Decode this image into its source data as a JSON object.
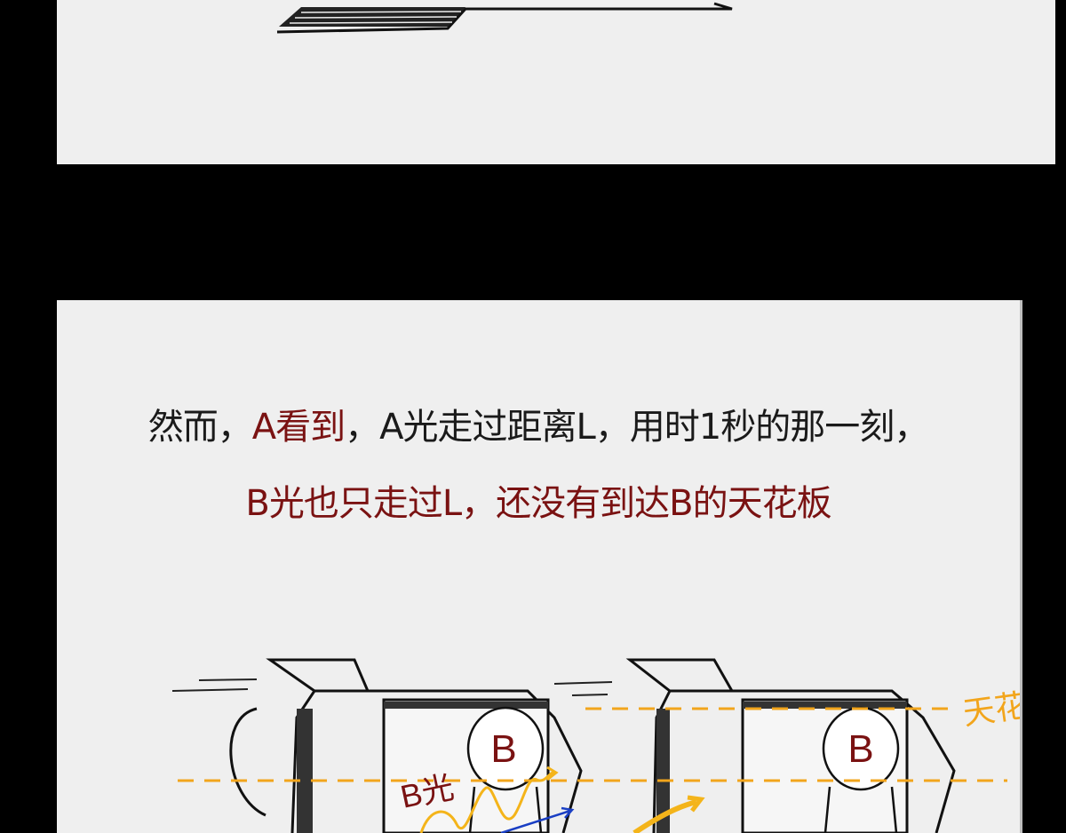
{
  "caption": {
    "line1": {
      "part1": "然而，",
      "part2": "A看到",
      "part3": "，A光走过距离L，用时1秒的那一刻，"
    },
    "line2": "B光也只走过L，还没有到达B的天花板"
  },
  "drawing": {
    "label_b_left": "B",
    "label_b_right": "B",
    "label_b_light": "B光",
    "label_ceiling": "天花板"
  },
  "colors": {
    "accent": "#7a1212",
    "dashed_line": "#f2a51c",
    "light_wave": "#f4b41a",
    "ceiling_label": "#f2a51c",
    "blue_arrow": "#1a3fc4",
    "panel_bg": "#efefef",
    "gutter": "#000000"
  }
}
